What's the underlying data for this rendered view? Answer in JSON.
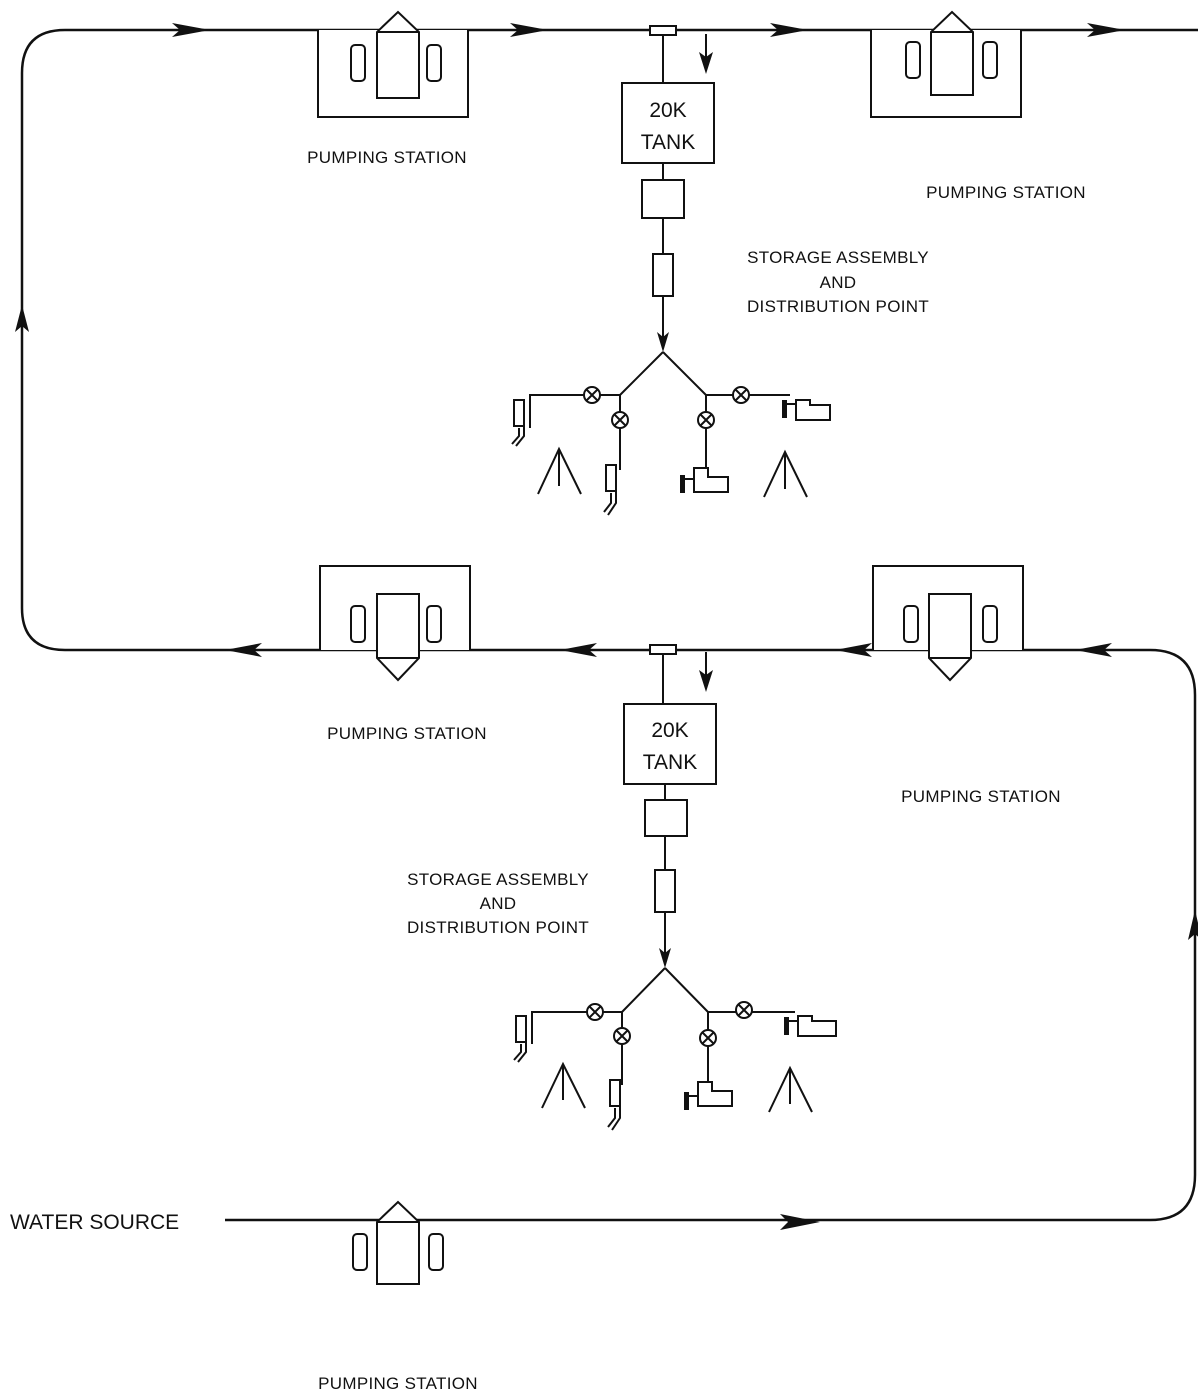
{
  "labels": {
    "pump_station": "PUMPING STATION",
    "tank": [
      "20K",
      "TANK"
    ],
    "storage": [
      "STORAGE ASSEMBLY",
      "AND",
      "DISTRIBUTION POINT"
    ],
    "water_source": "WATER SOURCE"
  }
}
